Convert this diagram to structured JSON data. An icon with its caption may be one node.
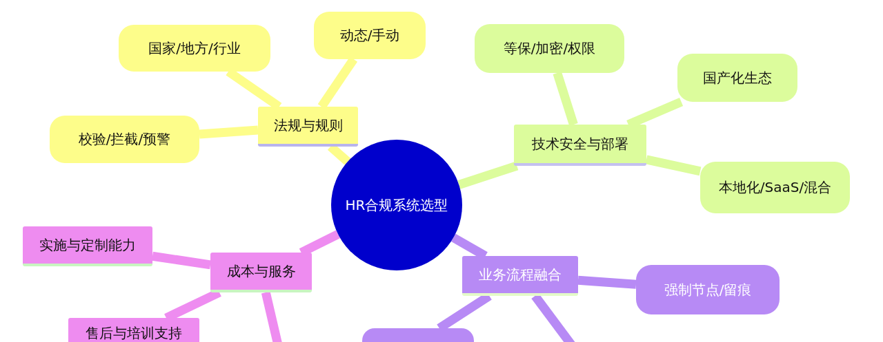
{
  "diagram": {
    "nodes": [
      {
        "text": [
          "国家/地方/行业"
        ]
      },
      {
        "text": [
          "动态/手动"
        ]
      },
      {
        "text": [
          "等保/加密/权限"
        ]
      },
      {
        "text": [
          "国产化生态"
        ]
      },
      {
        "text": [
          "法规与规则"
        ]
      },
      {
        "text": [
          "校验/拦截/预警"
        ]
      },
      {
        "text": [
          "技术安全与部署"
        ]
      },
      {
        "text": [
          "本地化/SaaS/混合"
        ]
      },
      {
        "text": [
          "HR合规系统选型"
        ]
      },
      {
        "text": [
          "实施与定制能力"
        ]
      },
      {
        "text": [
          "成本与服务"
        ]
      },
      {
        "text": [
          "业务流程融合"
        ]
      },
      {
        "text": [
          "强制节点/留痕"
        ]
      },
      {
        "text": [
          "售后与培训支持"
        ]
      },
      {
        "text": [],
        "shape": "box"
      }
    ],
    "edges": [
      {
        "from": 8,
        "to": 4,
        "arrow": "none",
        "color": "#fdfd8a"
      },
      {
        "from": 4,
        "to": 0,
        "arrow": "none",
        "color": "#fdfd8a"
      },
      {
        "from": 4,
        "to": 1,
        "arrow": "none",
        "color": "#fdfd8a"
      },
      {
        "from": 4,
        "to": 5,
        "arrow": "none",
        "color": "#fdfd8a"
      },
      {
        "from": 8,
        "to": 6,
        "arrow": "none",
        "color": "#dcfc9c"
      },
      {
        "from": 6,
        "to": 2,
        "arrow": "none",
        "color": "#dcfc9c"
      },
      {
        "from": 6,
        "to": 3,
        "arrow": "none",
        "color": "#dcfc9c"
      },
      {
        "from": 6,
        "to": 7,
        "arrow": "none",
        "color": "#dcfc9c"
      },
      {
        "from": 8,
        "to": 10,
        "arrow": "none",
        "color": "#ee8cf0"
      },
      {
        "from": 10,
        "to": 9,
        "arrow": "none",
        "color": "#ee8cf0"
      },
      {
        "from": 10,
        "to": 13,
        "arrow": "none",
        "color": "#ee8cf0"
      },
      {
        "from": 10,
        "to": null,
        "arrow": "none",
        "color": "#ee8cf0"
      },
      {
        "from": 8,
        "to": 11,
        "arrow": "none",
        "color": "#b78af5"
      },
      {
        "from": 11,
        "to": 12,
        "arrow": "none",
        "color": "#b78af5"
      },
      {
        "from": 11,
        "to": 14,
        "arrow": "none",
        "color": "#b78af5"
      },
      {
        "from": 11,
        "to": null,
        "arrow": "none",
        "color": "#b78af5"
      }
    ]
  }
}
